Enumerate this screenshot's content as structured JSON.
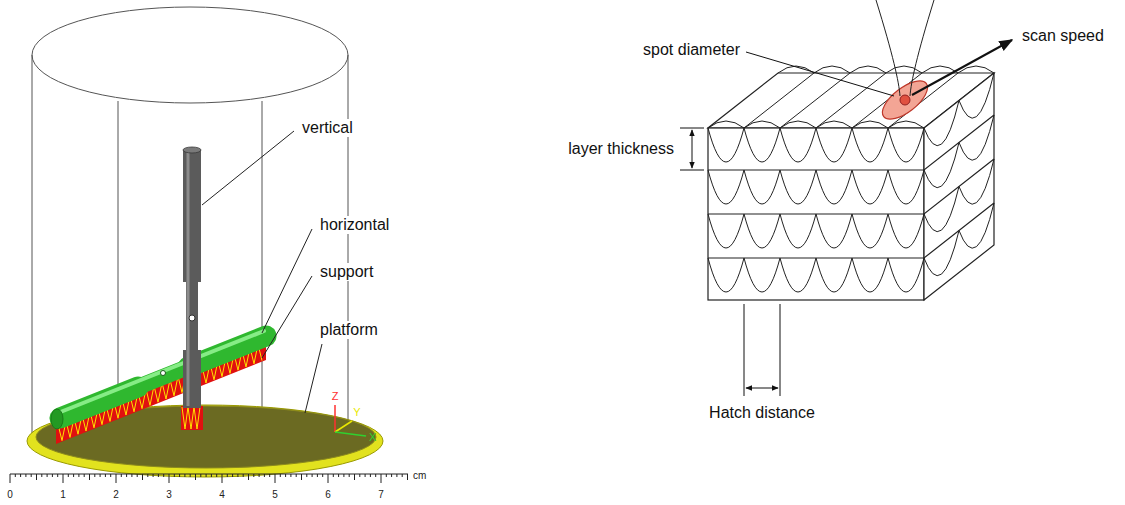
{
  "diagram": {
    "labels": [
      "vertical",
      "horizontal",
      "support",
      "platform",
      "Z",
      "Y",
      "X",
      "0",
      "1",
      "2",
      "3",
      "4",
      "5",
      "6",
      "7",
      "cm",
      "spot diameter",
      "scan speed",
      "layer thickness",
      "Hatch distance"
    ]
  }
}
